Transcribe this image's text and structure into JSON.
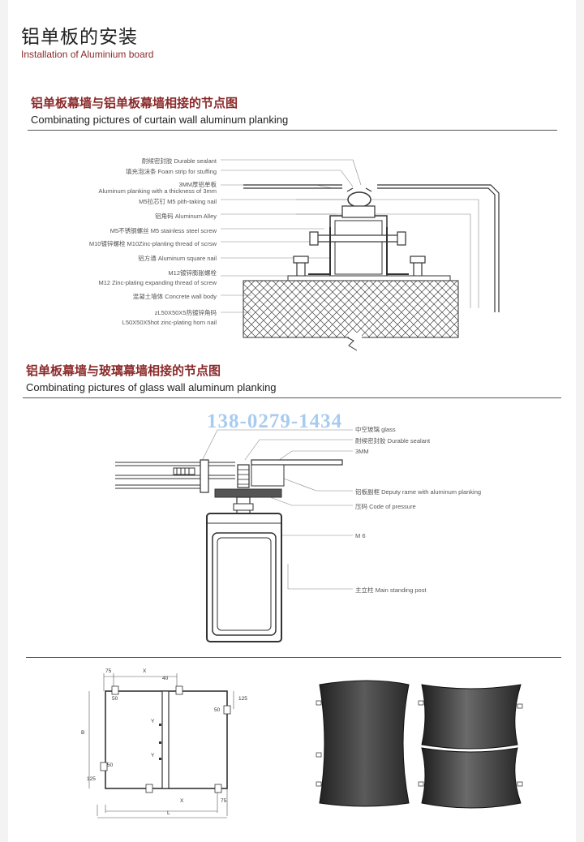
{
  "header": {
    "title_cn": "铝单板的安装",
    "title_en": "Installation of Aluminium board"
  },
  "section1": {
    "title_cn": "铝单板幕墙与铝单板幕墙相接的节点图",
    "title_en": "Combinating pictures of curtain wall aluminum planking",
    "labels": [
      "耐候密封胶  Durable sealant",
      "填充泡沫条  Foam strip for stuffing",
      "3MM厚铝单板",
      "Aluminum planking with a thickness of 3mm",
      "M5拉芯钉   M5 pith-taking nail",
      "铝角码   Aluminum Alley",
      "M5不锈钢螺丝  M5 stainless steel screw",
      "M10镀锌螺栓  M10Zinc-planting thread of scrsw",
      "铝方通     Aluminum square nail",
      "M12镀锌膨胀螺栓",
      "M12 Zinc-plating expanding thread of screw",
      "混凝土墙体    Concrete wall body",
      "zL50X50X5热镀锌角码",
      "L50X50X5hot zinc-plating horn nail"
    ]
  },
  "section2": {
    "title_cn": "铝单板幕墙与玻璃幕墙相接的节点图",
    "title_en": "Combinating pictures of glass wall aluminum planking",
    "watermark": "138-0279-1434",
    "labels": [
      "中空玻璃  glass",
      "耐候密封胶  Durable sealant",
      "3MM",
      "铝板副框  Deputy rame with aluminum planking",
      "压码   Code of pressure",
      "M 6",
      "主立柱   Main standing post"
    ]
  },
  "section3": {
    "dims": {
      "d75a": "75",
      "x_top": "X",
      "d40": "40",
      "d50a": "50",
      "d125a": "125",
      "d50b": "50",
      "b": "B",
      "y1": "Y",
      "y2": "Y",
      "d50c": "50",
      "d125b": "125",
      "x_bot": "X",
      "d75b": "75",
      "l": "L"
    }
  },
  "colors": {
    "accent": "#8b2a2a",
    "line": "#555555",
    "panel_dark": "#333333"
  }
}
